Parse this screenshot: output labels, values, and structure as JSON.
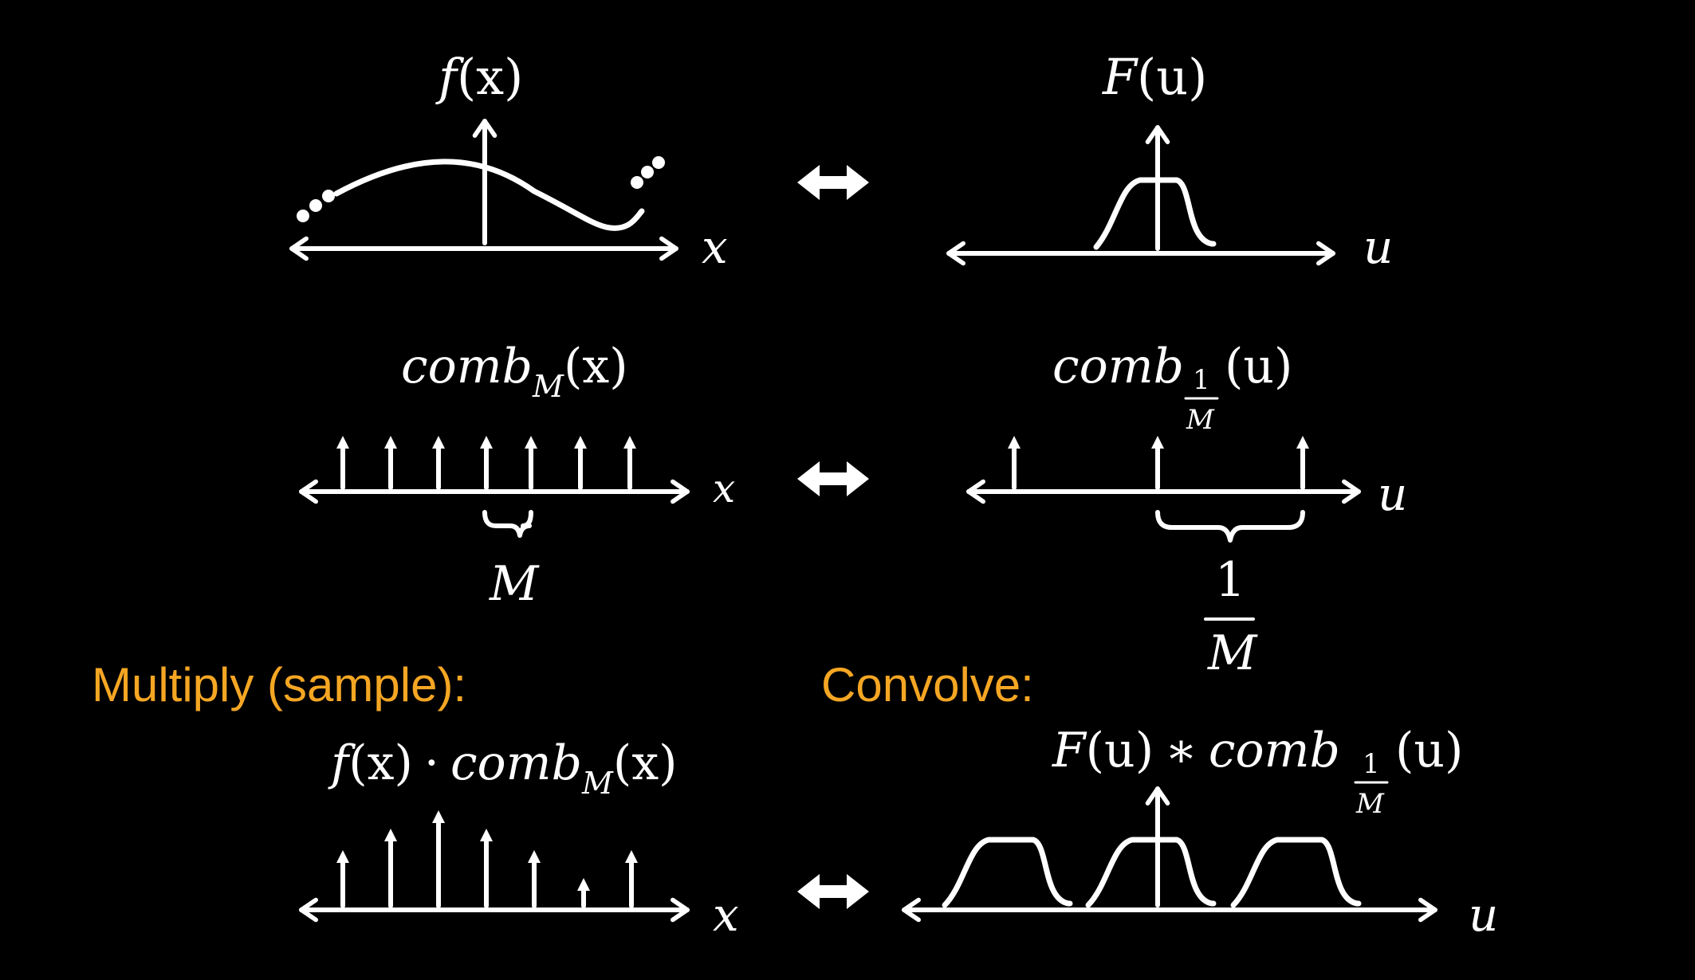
{
  "row1": {
    "left_label": {
      "func": "f",
      "arg": "(x)"
    },
    "left_axis": "x",
    "right_label": {
      "func": "F",
      "arg": "(u)"
    },
    "right_axis": "u"
  },
  "row2": {
    "left_label": {
      "func": "comb",
      "sub": "M",
      "arg": "(x)"
    },
    "left_axis": "x",
    "left_spacing": "M",
    "right_label": {
      "func": "comb",
      "sub_num": "1",
      "sub_den": "M",
      "arg": "(u)"
    },
    "right_axis": "u",
    "right_spacing_num": "1",
    "right_spacing_den": "M"
  },
  "row3": {
    "left_heading": "Multiply (sample):",
    "right_heading": "Convolve:",
    "left_label": {
      "f": "f",
      "f_arg": "(x)",
      "dot": "·",
      "func": "comb",
      "sub": "M",
      "arg": "(x)"
    },
    "left_axis": "x",
    "right_label": {
      "F": "F",
      "F_arg": "(u)",
      "star": "∗",
      "func": "comb",
      "sub_num": "1",
      "sub_den": "M",
      "arg": "(u)"
    },
    "right_axis": "u"
  },
  "colors": {
    "background": "#000000",
    "foreground": "#ffffff",
    "heading": "#f5a623"
  },
  "icons": [
    "double-arrow-icon"
  ]
}
